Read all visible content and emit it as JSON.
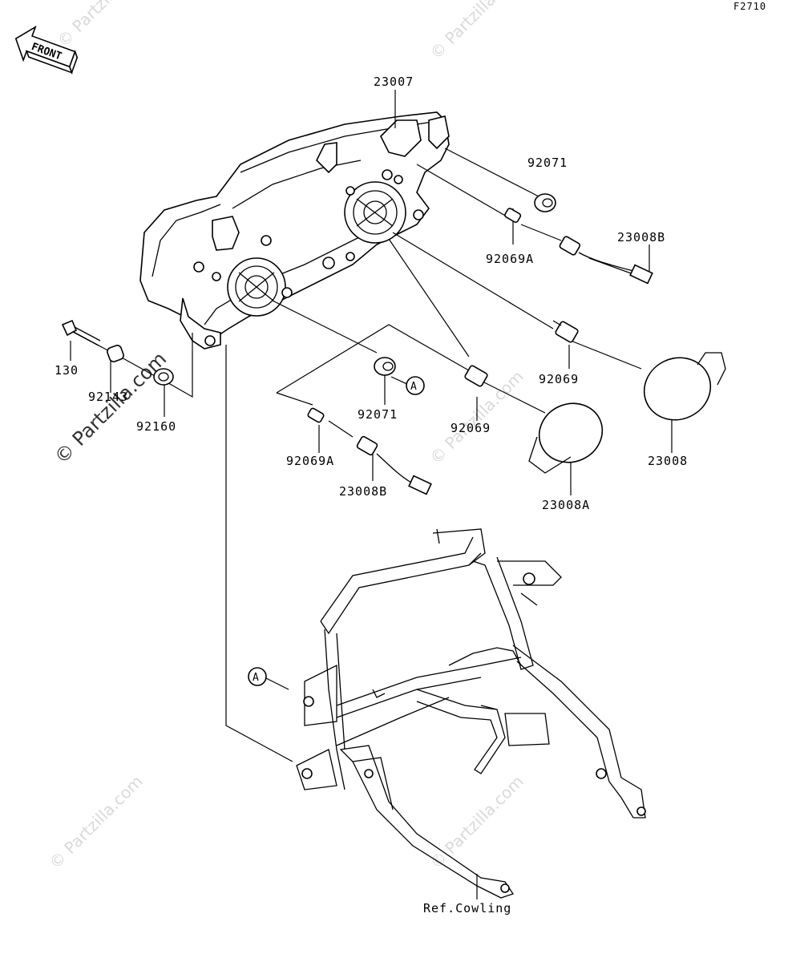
{
  "figure_id": "F2710",
  "front_label": "FRONT",
  "watermark": "© Partzilla.com",
  "callouts": {
    "A1": "A",
    "A2": "A"
  },
  "labels": {
    "p23007": "23007",
    "p92071_top": "92071",
    "p92069A_top": "92069A",
    "p23008B_top": "23008B",
    "p92069_right": "92069",
    "p23008": "23008",
    "p130": "130",
    "p92143": "92143",
    "p92160": "92160",
    "p92071_mid": "92071",
    "p92069_mid": "92069",
    "p23008A": "23008A",
    "p92069A_bottom": "92069A",
    "p23008B_bottom": "23008B",
    "ref_cowling": "Ref.Cowling"
  },
  "colors": {
    "line": "#000000",
    "watermark": "#d9d9d9",
    "background": "#ffffff"
  }
}
